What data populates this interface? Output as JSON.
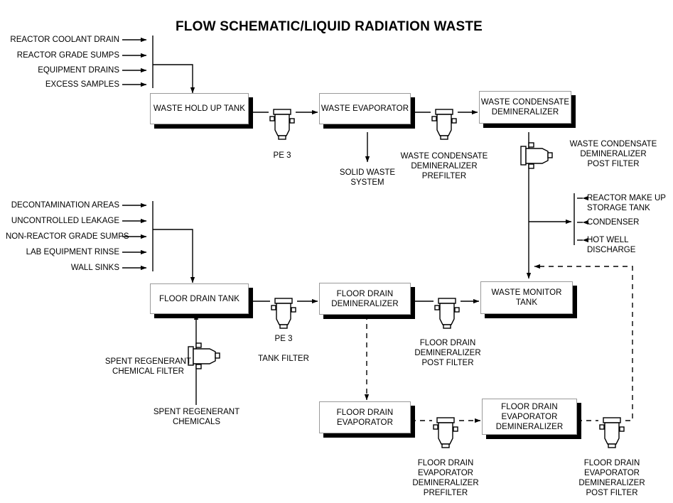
{
  "title": "FLOW SCHEMATIC/LIQUID RADIATION WASTE",
  "colors": {
    "line": "#000000",
    "box_border": "#9a9a9a",
    "box_face": "#ffffff",
    "shadow": "#000000"
  },
  "inputs_top": [
    "REACTOR COOLANT DRAIN",
    "REACTOR GRADE SUMPS",
    "EQUIPMENT DRAINS",
    "EXCESS SAMPLES"
  ],
  "inputs_mid": [
    "DECONTAMINATION AREAS",
    "UNCONTROLLED LEAKAGE",
    "NON-REACTOR GRADE SUMPS",
    "LAB EQUIPMENT RINSE",
    "WALL SINKS"
  ],
  "outputs_right": [
    "REACTOR MAKE UP\nSTORAGE TANK",
    "CONDENSER",
    "HOT WELL\nDISCHARGE"
  ],
  "boxes": {
    "waste_hold_up_tank": "WASTE HOLD UP\nTANK",
    "waste_evaporator": "WASTE\nEVAPORATOR",
    "waste_condensate_demineralizer": "WASTE CONDENSATE\nDEMINERALIZER",
    "floor_drain_tank": "FLOOR DRAIN\nTANK",
    "floor_drain_demineralizer": "FLOOR DRAIN\nDEMINERALIZER",
    "waste_monitor_tank": "WASTE MONITOR\nTANK",
    "floor_drain_evaporator": "FLOOR DRAIN\nEVAPORATOR",
    "floor_drain_evaporator_demineralizer": "FLOOR DRAIN\nEVAPORATOR\nDEMINERALIZER"
  },
  "filter_labels": {
    "pe3": "PE 3",
    "waste_condensate_demin_prefilter": "WASTE CONDENSATE\nDEMINERALIZER\nPREFILTER",
    "waste_condensate_demin_post_filter": "WASTE CONDENSATE\nDEMINERALIZER\nPOST FILTER",
    "pe3_tank_filter": "PE 3\n\nTANK FILTER",
    "floor_drain_demin_post_filter": "FLOOR DRAIN\nDEMINERALIZER\nPOST FILTER",
    "spent_regenerant_chemical_filter": "SPENT REGENERANT\nCHEMICAL FILTER",
    "floor_drain_evap_demin_prefilter": "FLOOR DRAIN\nEVAPORATOR\nDEMINERALIZER\nPREFILTER",
    "floor_drain_evap_demin_post_filter": "FLOOR DRAIN\nEVAPORATOR\nDEMINERALIZER\nPOST FILTER"
  },
  "stream_labels": {
    "solid_waste_system": "SOLID WASTE\nSYSTEM",
    "spent_regenerant_chemicals": "SPENT REGENERANT\nCHEMICALS"
  }
}
